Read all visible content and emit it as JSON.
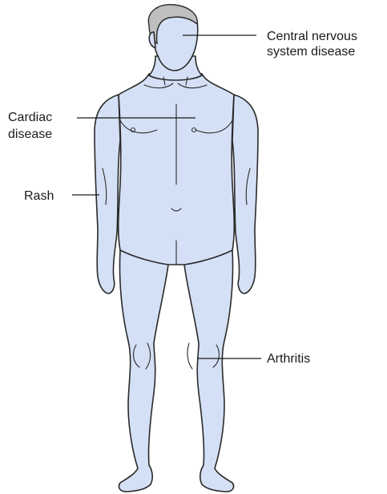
{
  "colors": {
    "skin_fill": "#d4e0f5",
    "outline": "#2a2a2a",
    "hair": "#bfbfbf",
    "text": "#1a1a1a"
  },
  "labels": {
    "cns": {
      "line1": "Central nervous",
      "line2": "system disease"
    },
    "cardiac": {
      "line1": "Cardiac",
      "line2": "disease"
    },
    "rash": {
      "line1": "Rash"
    },
    "arthritis": {
      "line1": "Arthritis"
    }
  }
}
